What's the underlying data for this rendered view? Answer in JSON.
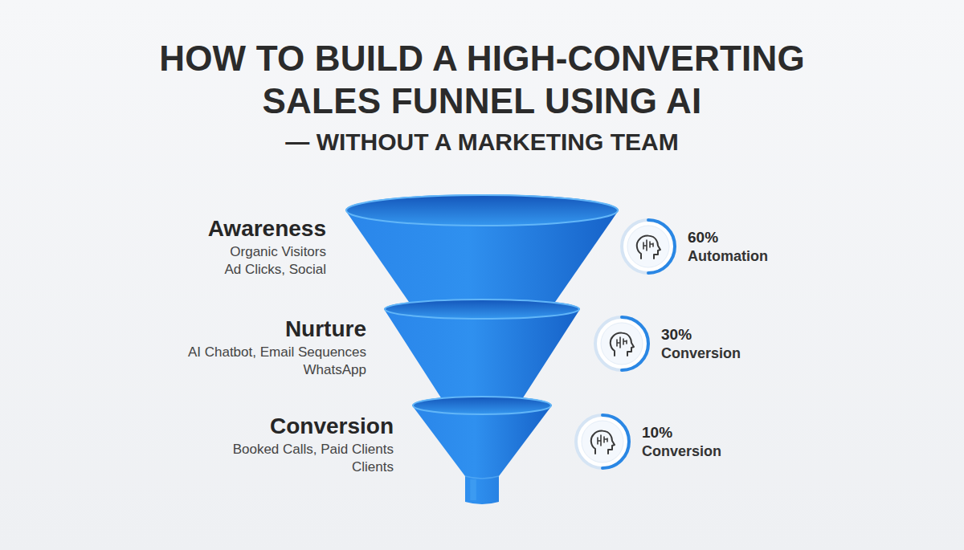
{
  "diagram": {
    "title": "HOW TO BUILD A HIGH-CONVERTING SALES FUNNEL USING AI",
    "caption": "— WITHOUT A MARKETING TEAM",
    "nodes": [
      {
        "text": [
          "Awareness",
          "Organic Visitors Ad Clicks, Social"
        ]
      },
      {
        "text": [
          "60%",
          "Automation"
        ]
      },
      {
        "text": [
          "Nurture",
          "AI Chatbot, Email Sequences WhatsApp"
        ]
      },
      {
        "text": [
          "30%",
          "Conversion"
        ]
      },
      {
        "text": [
          "Conversion",
          "Booked Calls, Paid Clients Clients"
        ]
      },
      {
        "text": [
          "10%",
          "Conversion"
        ]
      }
    ]
  }
}
